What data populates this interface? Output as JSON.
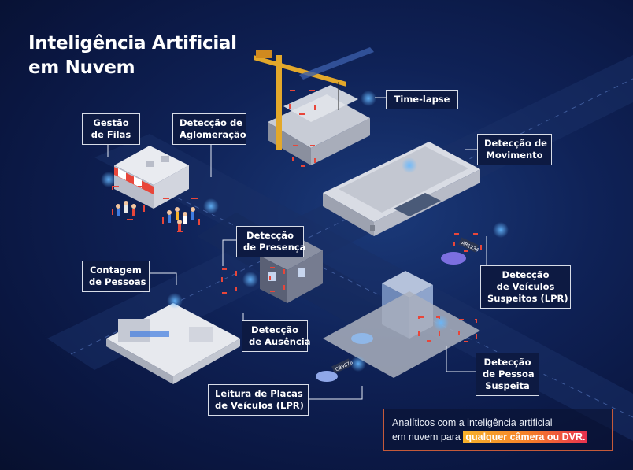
{
  "title_lines": [
    "Inteligência Artificial",
    "em Nuvem"
  ],
  "labels": {
    "timelapse": [
      "Time-lapse"
    ],
    "gestao": [
      "Gestão",
      "de Filas"
    ],
    "aglomeracao": [
      "Detecção de",
      "Aglomeração"
    ],
    "movimento": [
      "Detecção de",
      "Movimento"
    ],
    "presenca": [
      "Detecção",
      "de Presença"
    ],
    "contagem": [
      "Contagem",
      "de Pessoas"
    ],
    "veiculos": [
      "Detecção",
      "de Veículos",
      "Suspeitos (LPR)"
    ],
    "ausencia": [
      "Detecção",
      "de Ausência"
    ],
    "pessoa": [
      "Detecção",
      "de Pessoa",
      "Suspeita"
    ],
    "placas": [
      "Leitura de Placas",
      "de Veículos (LPR)"
    ]
  },
  "plates": [
    "AB1234",
    "CB9876"
  ],
  "footer": {
    "line1": "Analíticos com a inteligência artificial",
    "line2_prefix": "em nuvem para",
    "highlight": "qualquer câmera ou DVR."
  },
  "colors": {
    "background": "#0f2257",
    "accent_orange": "#f57d2a",
    "accent_red": "#e8314f",
    "accent_yellow": "#f7b32b",
    "detect_box": "#e8463a",
    "camera_glow": "#3aa0ff"
  }
}
